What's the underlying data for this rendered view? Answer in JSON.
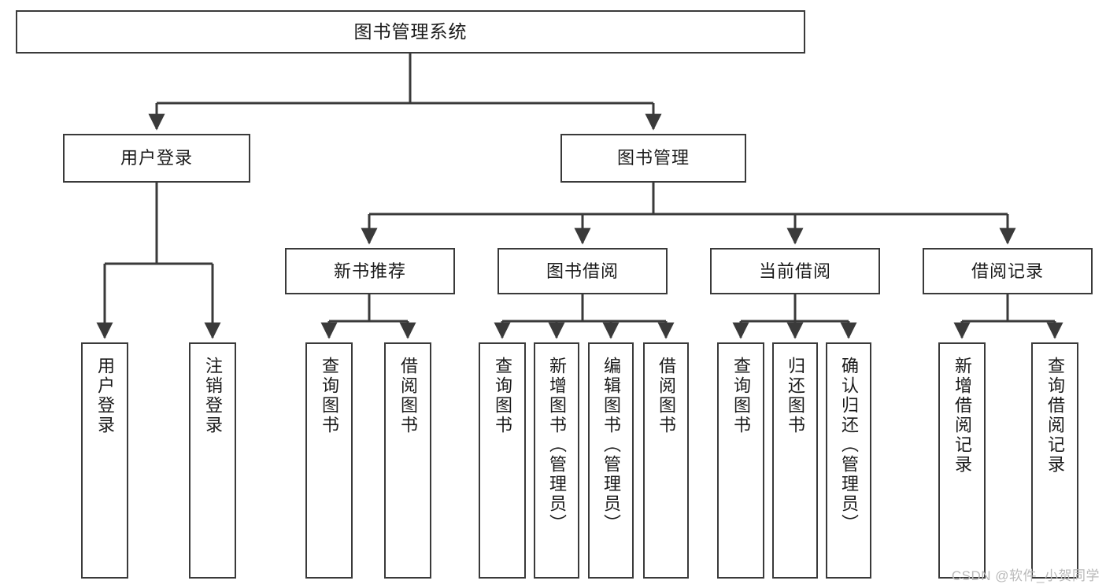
{
  "diagram": {
    "title_node": {
      "label": "图书管理系统"
    },
    "level2": [
      {
        "label": "用户登录"
      },
      {
        "label": "图书管理"
      }
    ],
    "level3": [
      {
        "label": "新书推荐"
      },
      {
        "label": "图书借阅"
      },
      {
        "label": "当前借阅"
      },
      {
        "label": "借阅记录"
      }
    ],
    "leaves": {
      "user_login": [
        {
          "label": "用户登录"
        },
        {
          "label": "注销登录"
        }
      ],
      "new_book": [
        {
          "label": "查询图书"
        },
        {
          "label": "借阅图书"
        }
      ],
      "book_borrow": [
        {
          "label": "查询图书"
        },
        {
          "label": "新增图书（管理员）"
        },
        {
          "label": "编辑图书（管理员）"
        },
        {
          "label": "借阅图书"
        }
      ],
      "current_borrow": [
        {
          "label": "查询图书"
        },
        {
          "label": "归还图书"
        },
        {
          "label": "确认归还（管理员）"
        }
      ],
      "borrow_record": [
        {
          "label": "新增借阅记录"
        },
        {
          "label": "查询借阅记录"
        }
      ]
    },
    "watermark": "CSDN @软件_小贺同学",
    "colors": {
      "stroke": "#3a3a3a",
      "fill": "#ffffff",
      "text": "#1a1a1a",
      "watermark": "#b9b9b9"
    }
  }
}
